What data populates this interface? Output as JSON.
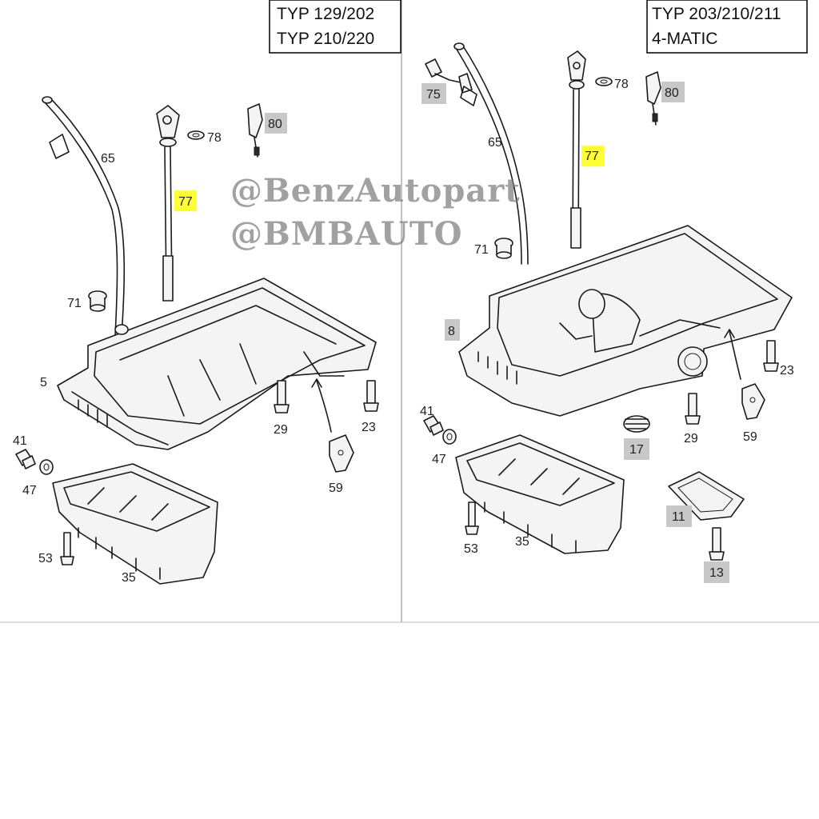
{
  "panels": [
    {
      "id": "left",
      "title_lines": [
        "TYP 129/202",
        "TYP 210/220"
      ]
    },
    {
      "id": "right",
      "title_lines": [
        "TYP 203/210/211",
        "4-MATIC"
      ]
    }
  ],
  "watermarks": [
    "@BenzAutopart",
    "@BMBAUTO"
  ],
  "labels": {
    "left": {
      "l65": "65",
      "l77": "77",
      "l78": "78",
      "l80": "80",
      "l71": "71",
      "l5": "5",
      "l41": "41",
      "l47": "47",
      "l29": "29",
      "l23": "23",
      "l59": "59",
      "l53": "53",
      "l35": "35"
    },
    "right": {
      "l75": "75",
      "l65": "65",
      "l77": "77",
      "l78": "78",
      "l80": "80",
      "l71": "71",
      "l8": "8",
      "l23": "23",
      "l41": "41",
      "l47": "47",
      "l17": "17",
      "l29": "29",
      "l59": "59",
      "l53": "53",
      "l35": "35",
      "l11": "11",
      "l13": "13"
    }
  },
  "colors": {
    "highlight_yellow": "#ffff33",
    "highlight_grey": "#c8c8c8",
    "line": "#1a1a1a"
  }
}
